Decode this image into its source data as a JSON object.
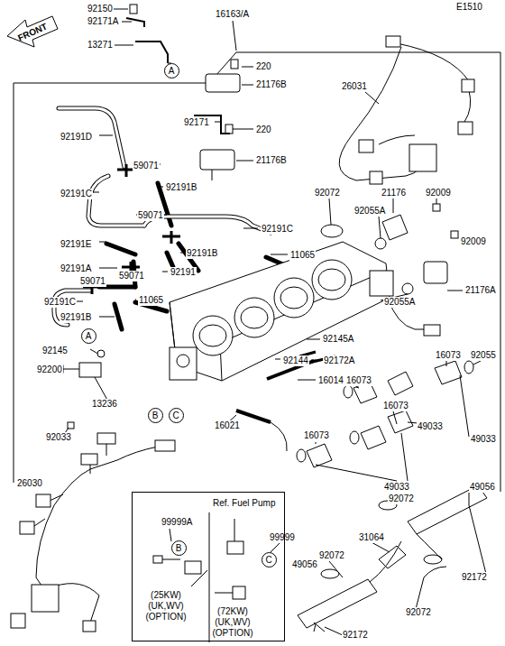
{
  "diagram": {
    "nodes": [
      {
        "text": [
          "A"
        ]
      },
      {
        "text": [
          "A"
        ]
      },
      {
        "text": [
          "B"
        ]
      },
      {
        "text": [
          "C"
        ]
      },
      {
        "text": [
          "Ref. Fuel Pump"
        ]
      },
      {
        "text": [
          "B"
        ],
        "in": 4
      },
      {
        "text": [
          "C"
        ],
        "in": 4
      }
    ],
    "labels": [
      "E1510",
      "FRONT",
      "92150",
      "92171A",
      "13271",
      "16163/A",
      "220",
      "21176B",
      "26031",
      "92171",
      "220",
      "92191D",
      "21176B",
      "59071",
      "92191B",
      "92191C",
      "59071",
      "92191C",
      "92072",
      "21176",
      "92009",
      "92055A",
      "92009",
      "92191E",
      "92191B",
      "11065",
      "92191A",
      "92191",
      "59071",
      "59071",
      "92191C",
      "92191B",
      "11065",
      "21176A",
      "92055A",
      "92145A",
      "92145",
      "92144",
      "92172A",
      "92200",
      "16014",
      "16073",
      "16073",
      "92055",
      "13236",
      "92033",
      "16021",
      "16073",
      "16073",
      "49033",
      "49033",
      "26030",
      "49056",
      "99999A",
      "99999",
      "49033",
      "92072",
      "31064",
      "92072",
      "49056",
      "92172",
      "(25KW) (UK,WV) (OPTION)",
      "(72KW) (UK,WV) (OPTION)",
      "92072",
      "92172"
    ]
  }
}
